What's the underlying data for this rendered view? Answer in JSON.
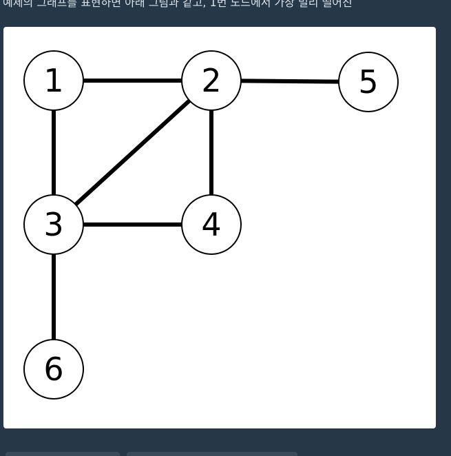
{
  "description": {
    "text": "예제의 그래프를 표현하면 아래 그림과 같고, 1번 노드에서 가장 멀리 떨어진"
  },
  "graph": {
    "nodes": [
      {
        "id": "1",
        "label": "1"
      },
      {
        "id": "2",
        "label": "2"
      },
      {
        "id": "3",
        "label": "3"
      },
      {
        "id": "4",
        "label": "4"
      },
      {
        "id": "5",
        "label": "5"
      },
      {
        "id": "6",
        "label": "6"
      }
    ],
    "edges": [
      [
        "1",
        "2"
      ],
      [
        "1",
        "3"
      ],
      [
        "2",
        "3"
      ],
      [
        "2",
        "4"
      ],
      [
        "2",
        "5"
      ],
      [
        "3",
        "4"
      ],
      [
        "3",
        "6"
      ]
    ]
  },
  "colors": {
    "page_background": "#263747",
    "card_background": "#ffffff",
    "text": "#d7e2eb",
    "stroke": "#000000"
  }
}
